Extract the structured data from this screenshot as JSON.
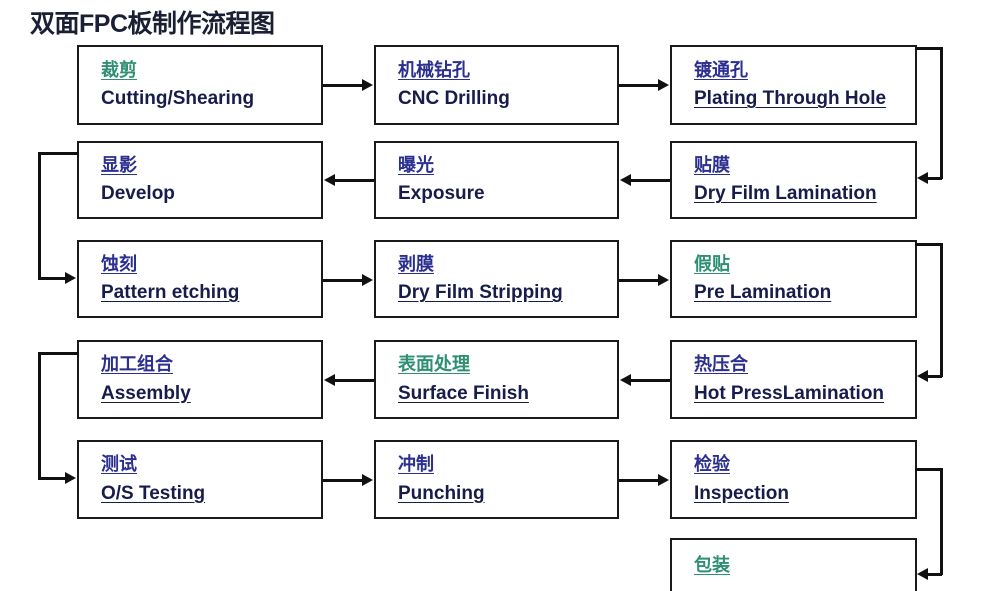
{
  "title": "双面FPC板制作流程图",
  "colors": {
    "box_border": "#1a1a1a",
    "english_text": "#181c4a",
    "chinese_blue": "#2b2f8f",
    "chinese_green": "#2f8f72",
    "connector": "#111111",
    "background": "#ffffff"
  },
  "nodes": [
    {
      "id": "cutting",
      "cn": "裁剪",
      "en": "Cutting/Shearing",
      "cn_color": "green",
      "en_underline": false
    },
    {
      "id": "drilling",
      "cn": "机械钻孔",
      "en": "CNC Drilling",
      "cn_color": "blue",
      "en_underline": false
    },
    {
      "id": "plating",
      "cn": "镀通孔",
      "en": "Plating Through Hole",
      "cn_color": "blue",
      "en_underline": true
    },
    {
      "id": "develop",
      "cn": "显影",
      "en": "Develop",
      "cn_color": "blue",
      "en_underline": false
    },
    {
      "id": "exposure",
      "cn": "曝光",
      "en": "Exposure",
      "cn_color": "blue",
      "en_underline": false
    },
    {
      "id": "dryfilm-lam",
      "cn": "贴膜",
      "en": "Dry Film Lamination",
      "cn_color": "blue",
      "en_underline": true
    },
    {
      "id": "etching",
      "cn": "蚀刻",
      "en": "Pattern etching",
      "cn_color": "blue",
      "en_underline": true
    },
    {
      "id": "stripping",
      "cn": "剥膜",
      "en": "Dry Film Stripping",
      "cn_color": "blue",
      "en_underline": true
    },
    {
      "id": "pre-lam",
      "cn": "假贴",
      "en": " Pre Lamination",
      "cn_color": "green",
      "en_underline": true
    },
    {
      "id": "assembly",
      "cn": "加工组合",
      "en": "Assembly",
      "cn_color": "blue",
      "en_underline": true
    },
    {
      "id": "surface",
      "cn": "表面处理",
      "en": "Surface  Finish",
      "cn_color": "green",
      "en_underline": true
    },
    {
      "id": "hot-press",
      "cn": "热压合",
      "en": "Hot PressLamination",
      "cn_color": "blue",
      "en_underline": true
    },
    {
      "id": "testing",
      "cn": "测试",
      "en": "O/S Testing",
      "cn_color": "blue",
      "en_underline": true
    },
    {
      "id": "punching",
      "cn": "冲制",
      "en": "Punching",
      "cn_color": "blue",
      "en_underline": true
    },
    {
      "id": "inspection",
      "cn": "检验",
      "en": "Inspection",
      "cn_color": "blue",
      "en_underline": true
    },
    {
      "id": "packaging",
      "cn": "包装",
      "en": "",
      "cn_color": "green",
      "en_underline": false
    }
  ],
  "flow_order": [
    "cutting",
    "drilling",
    "plating",
    "dryfilm-lam",
    "exposure",
    "develop",
    "etching",
    "stripping",
    "pre-lam",
    "hot-press",
    "surface",
    "assembly",
    "testing",
    "punching",
    "inspection",
    "packaging"
  ]
}
